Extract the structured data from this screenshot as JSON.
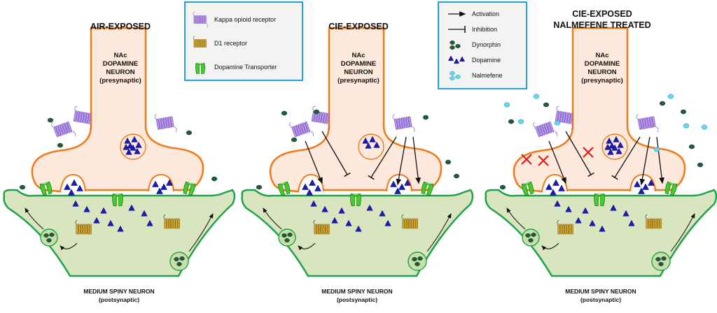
{
  "legend_receptors": {
    "items": [
      {
        "label": "Kappa opioid receptor",
        "icon": "kappa-opioid-receptor-icon"
      },
      {
        "label": "D1 receptor",
        "icon": "d1-receptor-icon"
      },
      {
        "label": "Dopamine Transporter",
        "icon": "dopamine-transporter-icon"
      }
    ]
  },
  "legend_symbols": {
    "items": [
      {
        "label": "Activation",
        "icon": "activation-arrow-icon"
      },
      {
        "label": "Inhibition",
        "icon": "inhibition-bar-icon"
      },
      {
        "label": "Dynorphin",
        "icon": "dynorphin-icon"
      },
      {
        "label": "Dopamine",
        "icon": "dopamine-icon"
      },
      {
        "label": "Nalmefene",
        "icon": "nalmefene-icon"
      }
    ]
  },
  "panels": [
    {
      "title_lines": [
        "AIR-EXPOSED"
      ],
      "neuron_lines": [
        "NAc",
        "DOPAMINE",
        "NEURON",
        "(presynaptic)"
      ],
      "msn_lines": [
        "MEDIUM SPINY NEURON",
        "(postsynaptic)"
      ]
    },
    {
      "title_lines": [
        "CIE-EXPOSED"
      ],
      "neuron_lines": [
        "NAc",
        "DOPAMINE",
        "NEURON",
        "(presynaptic)"
      ],
      "msn_lines": [
        "MEDIUM SPINY NEURON",
        "(postsynaptic)"
      ]
    },
    {
      "title_lines": [
        "CIE-EXPOSED",
        "NALMEFENE TREATED"
      ],
      "neuron_lines": [
        "NAc",
        "DOPAMINE",
        "NEURON",
        "(presynaptic)"
      ],
      "msn_lines": [
        "MEDIUM SPINY NEURON",
        "(postsynaptic)"
      ]
    }
  ],
  "colors": {
    "neuron_fill": "#fde8dc",
    "neuron_stroke": "#f07a1a",
    "msn_fill": "#d9e5be",
    "msn_stroke": "#1fa24a",
    "dopamine": "#1a1ab8",
    "dynorphin": "#1f5e3a",
    "nalmefene": "#5fd8f0",
    "kappa": "#b89ae8",
    "d1": "#d4a82a",
    "transporter": "#3ecf2a",
    "inhibition_cross": "#e01b1b",
    "legend_border": "#1fa3d8"
  }
}
